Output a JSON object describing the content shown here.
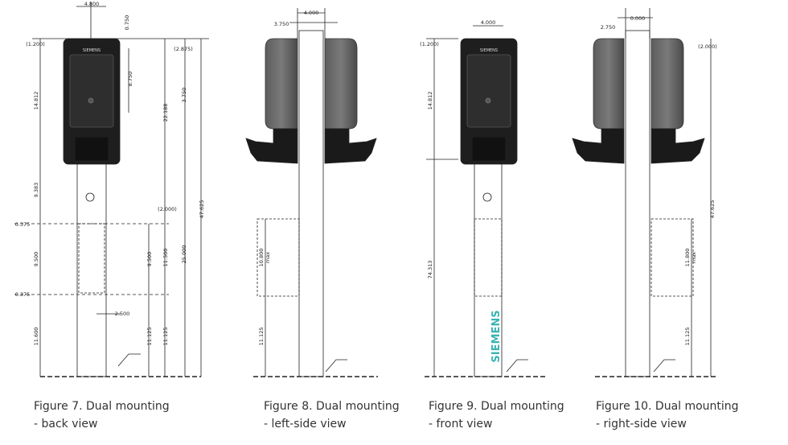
{
  "figures": [
    {
      "caption_line1": "Figure 7.  Dual mounting",
      "caption_line2": "- back view",
      "brand": "SIEMENS",
      "dims": {
        "top_width": "4.800",
        "top_offset": "0.750",
        "left_top": "(1.200)",
        "right_top": "(2.875)",
        "d_14812": "14.812",
        "d_8750": "8.750",
        "d_22188": "22.188",
        "d_3750": "3.750",
        "d_9383": "9.383",
        "d_2000": "(2.000)",
        "d_47625": "47.625",
        "d_0375a": "0.375",
        "d_9500a": "9.500",
        "d_9500b": "9.500",
        "d_11500": "11.500",
        "d_25000": "25.000",
        "d_0375b": "0.375",
        "d_2500": "2.500",
        "d_11600": "11.600",
        "d_11125a": "11.125",
        "d_11125b": "11.125"
      }
    },
    {
      "caption_line1": "Figure 8.  Dual mounting",
      "caption_line2": "- left-side view",
      "dims": {
        "top_width": "4.000",
        "top_offset": "3.750",
        "d_10800": "10.800",
        "d_10800_sub": "max",
        "d_11125": "11.125"
      }
    },
    {
      "caption_line1": "Figure 9.  Dual mounting",
      "caption_line2": "- front view",
      "brand": "SIEMENS",
      "post_brand": "SIEMENS",
      "dims": {
        "top_width": "4.000",
        "left_top": "(1.200)",
        "d_14812": "14.812",
        "d_74313": "74.313"
      }
    },
    {
      "caption_line1": "Figure 10.  Dual mounting",
      "caption_line2": "- right-side view",
      "dims": {
        "top_width": "0.000",
        "top_offset": "2.750",
        "right_top": "(2.000)",
        "d_47625": "47.625",
        "d_11800": "11.800",
        "d_11800_sub": "max",
        "d_11125": "11.125"
      }
    }
  ]
}
